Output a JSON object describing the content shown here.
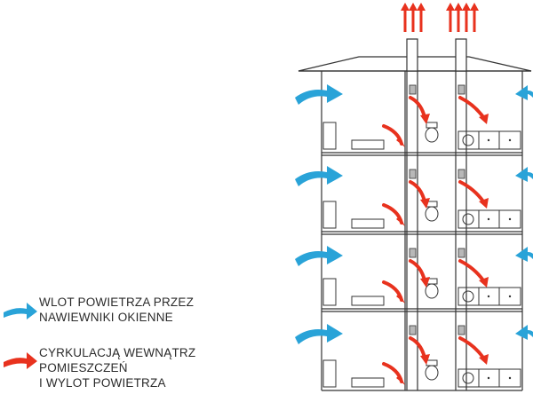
{
  "legend": {
    "intake": {
      "lines": [
        "WLOT POWIETRZA PRZEZ",
        "NAWIEWNIKI OKIENNE"
      ],
      "color": "#29a3d8",
      "icon": "blue-arrow-icon"
    },
    "circulation": {
      "lines": [
        "CYRKULACJĄ WEWNĄTRZ",
        "POMIESZCZEŃ",
        "I WYLOT POWIETRZA"
      ],
      "color": "#e8321e",
      "icon": "red-arrow-icon"
    }
  },
  "building": {
    "floors": 4,
    "line_color": "#333333",
    "duct_fill": "#b8b8b8"
  }
}
